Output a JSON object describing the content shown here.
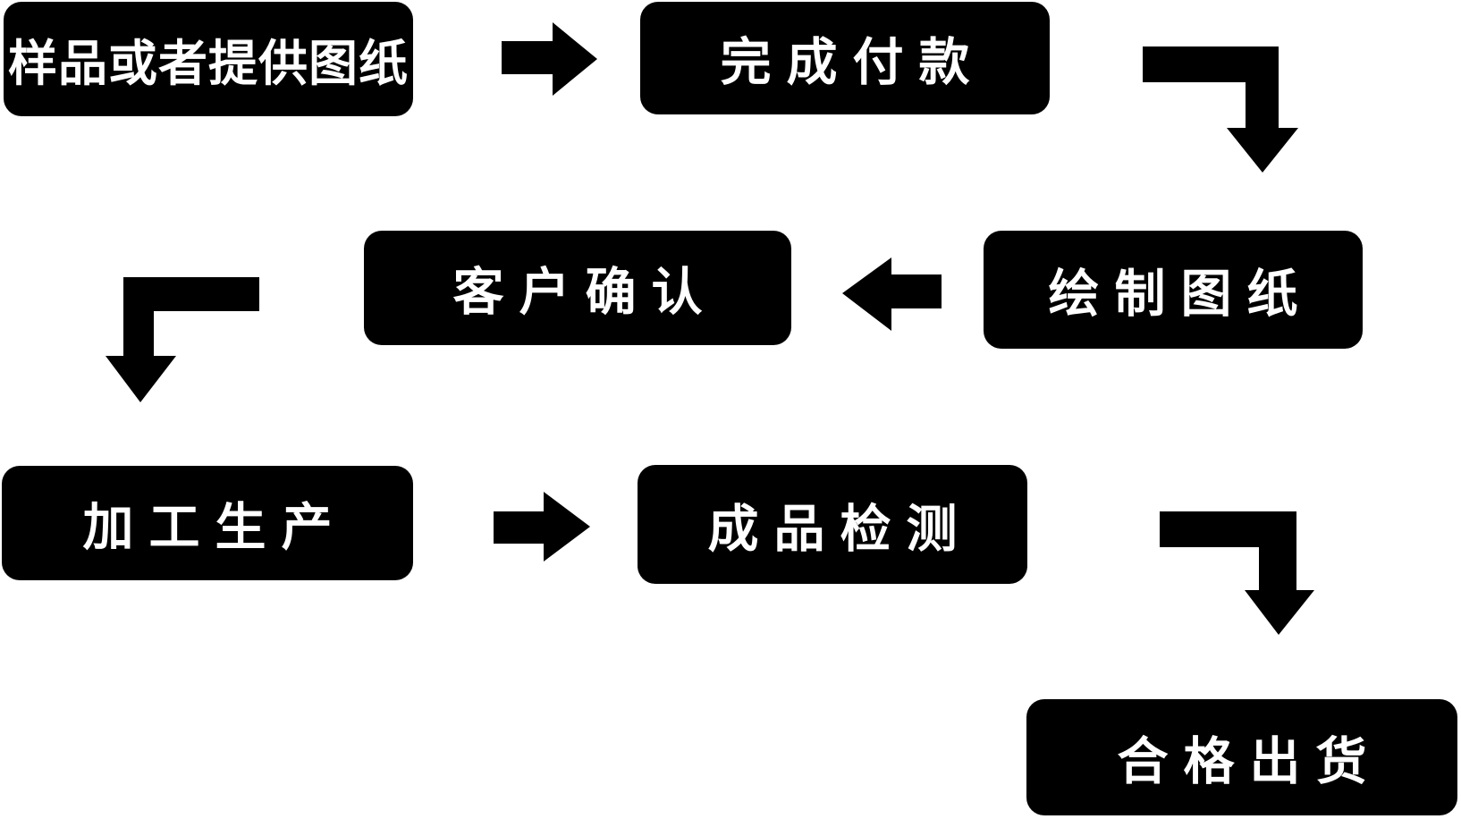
{
  "diagram": {
    "type": "flowchart",
    "background_color": "#ffffff",
    "node_fill_color": "#000000",
    "node_text_color": "#ffffff",
    "arrow_color": "#000000",
    "nodes": [
      {
        "id": "sample",
        "label": "样品或者提供图纸"
      },
      {
        "id": "payment",
        "label": "完成付款"
      },
      {
        "id": "draw",
        "label": "绘制图纸"
      },
      {
        "id": "confirm",
        "label": "客户确认"
      },
      {
        "id": "production",
        "label": "加工生产"
      },
      {
        "id": "inspection",
        "label": "成品检测"
      },
      {
        "id": "shipment",
        "label": "合格出货"
      }
    ],
    "edges": [
      {
        "from": "样品或者提供图纸",
        "to": "完成付款",
        "shape": "straight-right"
      },
      {
        "from": "完成付款",
        "to": "绘制图纸",
        "shape": "elbow-right-down"
      },
      {
        "from": "绘制图纸",
        "to": "客户确认",
        "shape": "straight-left"
      },
      {
        "from": "客户确认",
        "to": "加工生产",
        "shape": "elbow-left-down"
      },
      {
        "from": "加工生产",
        "to": "成品检测",
        "shape": "straight-right"
      },
      {
        "from": "成品检测",
        "to": "合格出货",
        "shape": "elbow-right-down"
      }
    ]
  }
}
